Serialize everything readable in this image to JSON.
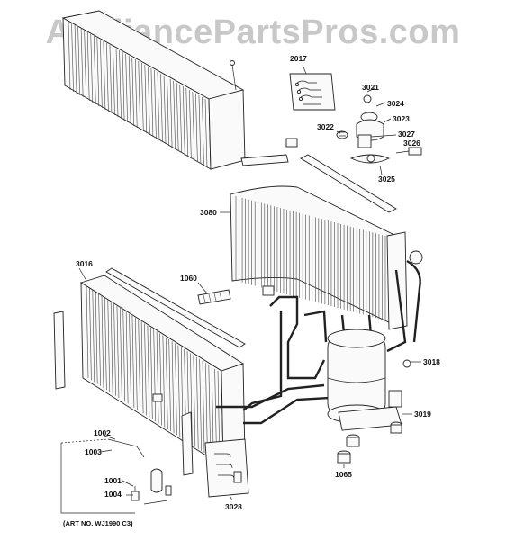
{
  "watermark": "AppliancePartsPros.com",
  "art_number": "(ART NO. WJ1990 C3)",
  "callouts": {
    "c2017": "2017",
    "c3021": "3021",
    "c3024": "3024",
    "c3023": "3023",
    "c3022": "3022",
    "c3027": "3027",
    "c3026": "3026",
    "c3025": "3025",
    "c3080": "3080",
    "c3016": "3016",
    "c1060": "1060",
    "c3018": "3018",
    "c3019": "3019",
    "c1002": "1002",
    "c1003": "1003",
    "c1001": "1001",
    "c1004": "1004",
    "c1065": "1065",
    "c3028": "3028"
  }
}
